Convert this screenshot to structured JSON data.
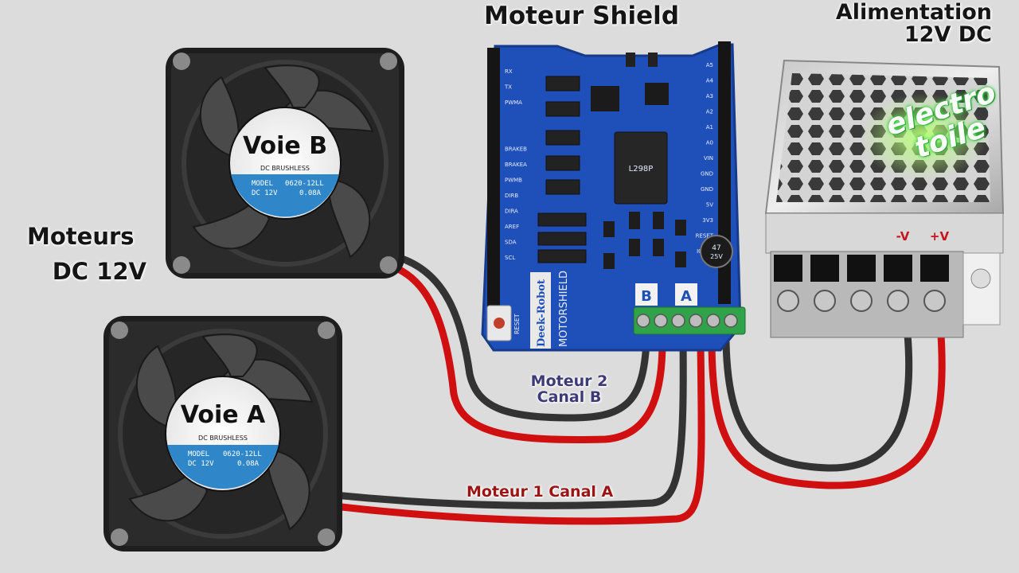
{
  "titles": {
    "shield": "Moteur Shield",
    "psu_line1": "Alimentation",
    "psu_line2": "12V DC",
    "motors_line1": "Moteurs",
    "motors_line2": "DC 12V"
  },
  "channels": {
    "motor2_line1": "Moteur 2",
    "motor2_line2": "Canal B",
    "motor1": "Moteur 1 Canal A"
  },
  "fans": {
    "b": {
      "label": "Voie B",
      "brand": "DC BRUSHLESS",
      "model_key": "MODEL",
      "model_val": "0620-12LL",
      "volt": "DC 12V",
      "amp": "0.08A"
    },
    "a": {
      "label": "Voie A",
      "brand": "DC BRUSHLESS",
      "model_key": "MODEL",
      "model_val": "0620-12LL",
      "volt": "DC 12V",
      "amp": "0.08A"
    }
  },
  "shield": {
    "brand": "Deek-Robot",
    "name": "MOTORSHIELD",
    "reset": "RESET",
    "chip": "L298P",
    "terminal_b": "B",
    "terminal_a": "A",
    "cap_value": "47",
    "cap_volt": "25V",
    "pins_left": [
      "RX",
      "TX",
      "PWMA",
      "",
      "",
      "BRAKEB",
      "BRAKEA",
      "PWMB",
      "DIRB",
      "DIRA",
      "AREF",
      "SDA",
      "SCL"
    ],
    "pins_right": [
      "A5",
      "A4",
      "A3",
      "A2",
      "A1",
      "A0",
      "VIN",
      "GND",
      "GND",
      "5V",
      "3V3",
      "RESET",
      "IOREF"
    ]
  },
  "psu": {
    "minus": "-V",
    "plus": "+V"
  },
  "watermark": {
    "line1": "electro",
    "line2": "toile"
  },
  "colors": {
    "pcb": "#1f4fb8",
    "wire_red": "#d01010",
    "wire_black": "#3a3a3a",
    "terminal_green": "#2fa24a",
    "fan_sticker_blue": "#2f86c8"
  }
}
